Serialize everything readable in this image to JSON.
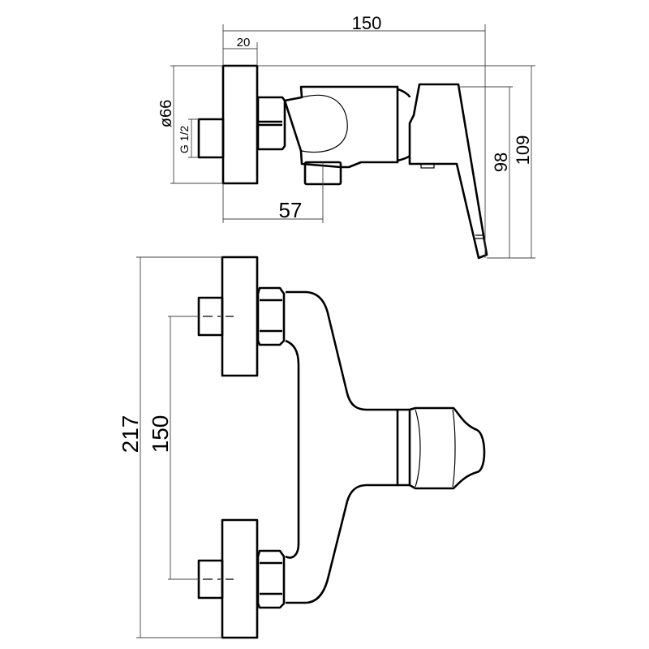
{
  "drawing": {
    "side_view": {
      "dim_total_length": "150",
      "dim_flange_width": "20",
      "dim_flange_diameter": "ø66",
      "dim_thread": "G 1/2",
      "dim_outlet_offset": "57",
      "dim_height_inner": "98",
      "dim_height_total": "109"
    },
    "front_view": {
      "dim_total_height": "217",
      "dim_center_distance": "150"
    },
    "colors": {
      "line": "#000000",
      "background": "#ffffff"
    }
  }
}
